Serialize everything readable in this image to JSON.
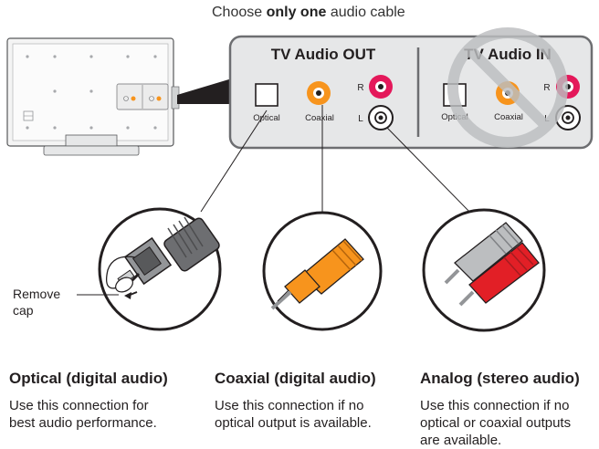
{
  "heading": {
    "prefix": "Choose ",
    "emphasis": "only one",
    "suffix": " audio cable"
  },
  "panel": {
    "out_title": "TV Audio OUT",
    "in_title": "TV Audio IN",
    "optical_label": "Optical",
    "coaxial_label": "Coaxial",
    "right_label": "R",
    "left_label": "L"
  },
  "remove_cap": {
    "line1": "Remove",
    "line2": "cap"
  },
  "options": [
    {
      "title": "Optical (digital audio)",
      "desc_line1": "Use this connection for",
      "desc_line2": "best audio performance.",
      "desc_line3": ""
    },
    {
      "title": "Coaxial (digital audio)",
      "desc_line1": "Use this connection if no",
      "desc_line2": "optical output is available.",
      "desc_line3": ""
    },
    {
      "title": "Analog (stereo audio)",
      "desc_line1": "Use this connection if no",
      "desc_line2": "optical or coaxial outputs",
      "desc_line3": "are available."
    }
  ],
  "colors": {
    "panel_fill": "#e6e7e8",
    "coax_orange": "#f7941d",
    "red_jack": "#e4185a",
    "prohibit_gray": "#bcbec0"
  }
}
